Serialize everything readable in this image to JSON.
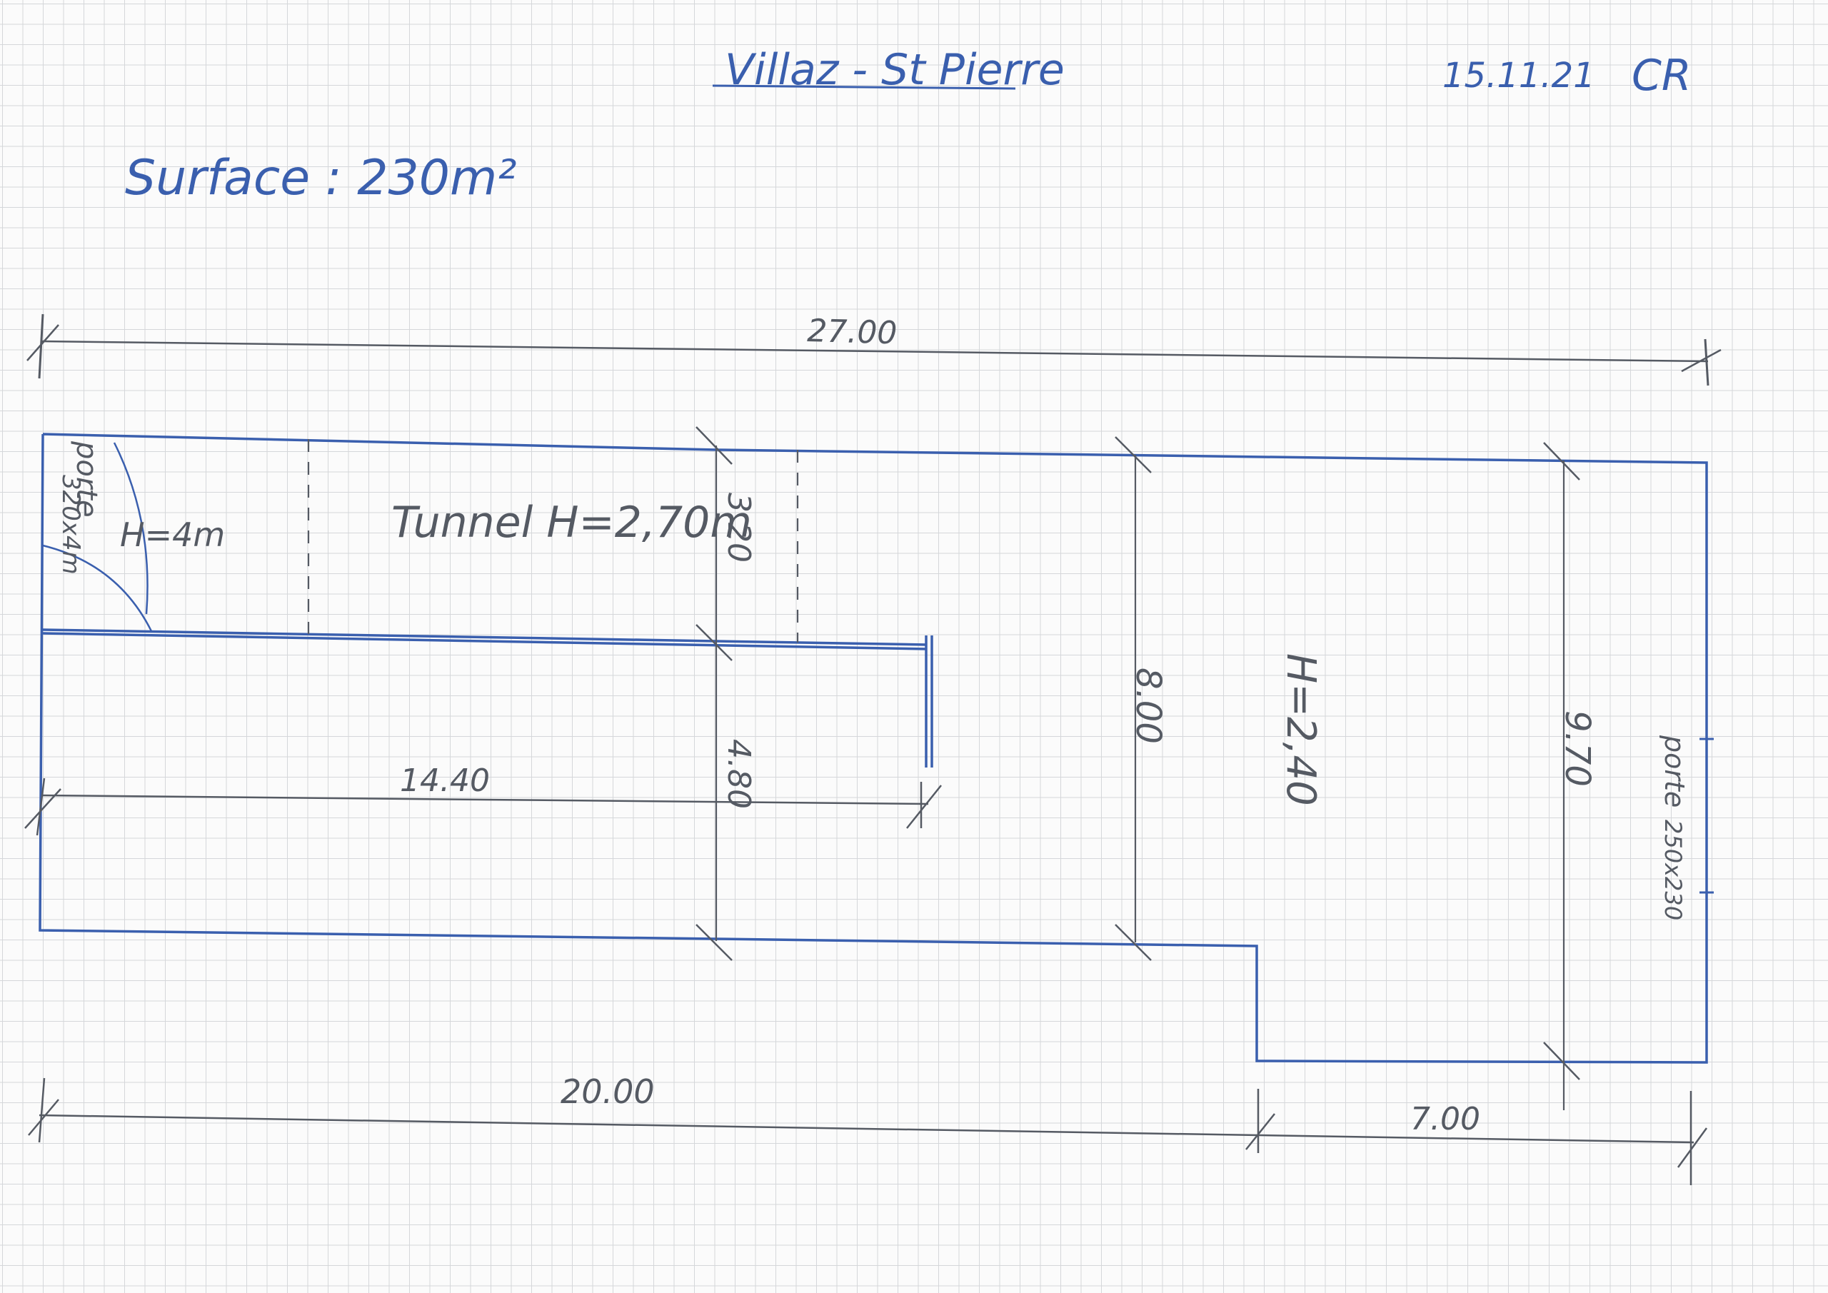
{
  "header": {
    "location": "Villaz - St Pierre",
    "date": "15.11.21",
    "initials": "CR",
    "surface": "Surface : 230m²"
  },
  "labels": {
    "tunnel": "Tunnel H=2,70m",
    "height_left": "H=4m",
    "height_right": "H=2,40",
    "door_left_word": "porte",
    "door_left_size": "320x4m",
    "door_right_word": "porte",
    "door_right_size": "250x230"
  },
  "dimensions": {
    "total_width": "27.00",
    "tunnel_depth": "3.20",
    "lower_depth": "4.80",
    "inner_length": "14.40",
    "depth_middle": "8.00",
    "depth_right": "9.70",
    "bottom_left": "20.00",
    "bottom_right": "7.00"
  },
  "colors": {
    "ink_blue": "#3a5fae",
    "pencil": "#555a63",
    "grid": "#d5d7da"
  }
}
